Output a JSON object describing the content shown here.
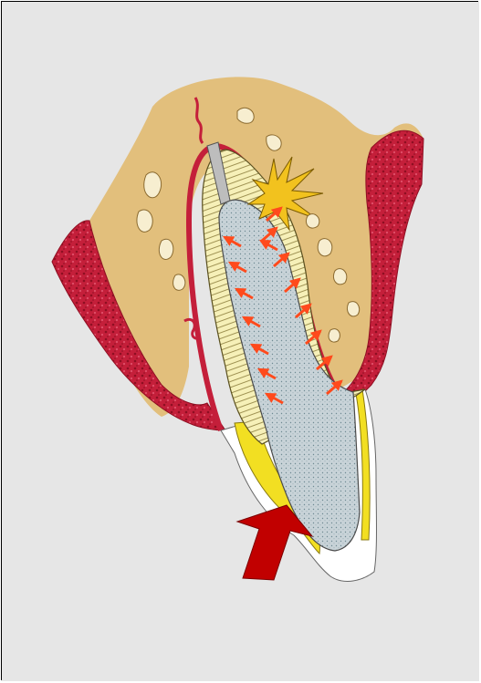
{
  "figure": {
    "background_color": "#e6e6e6",
    "border_color": "#000000",
    "parts": [
      {
        "name": "jaw-bone",
        "color": "#e2bf7c"
      },
      {
        "name": "gum-tissue",
        "color": "#c41f3a"
      },
      {
        "name": "dentin",
        "color": "#f6f0b8"
      },
      {
        "name": "post-core",
        "color": "#c8d3d8"
      },
      {
        "name": "crown-enamel",
        "color": "#ffffff"
      },
      {
        "name": "cement-layer",
        "color": "#f2df22"
      },
      {
        "name": "fracture-star",
        "color": "#f2c21e"
      },
      {
        "name": "pressure-arrows",
        "color": "#ff4a1c"
      },
      {
        "name": "force-arrow",
        "color": "#c10000"
      }
    ],
    "pressure_arrow_count": 16,
    "force_direction": "upward-right"
  }
}
